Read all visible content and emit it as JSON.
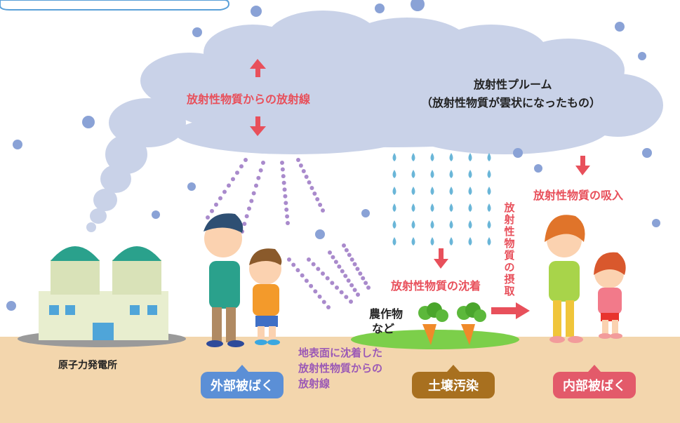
{
  "labels": {
    "radiation_from_material": "放射性物質からの放射線",
    "plume_title": "放射性プルーム",
    "plume_desc": "（放射性物質が雲状になったもの）",
    "deposition": "放射性物質の沈着",
    "inhalation": "放射性物質の吸入",
    "ingestion": "放射性物質の摂取",
    "crops": "農作物",
    "crops_etc": "など",
    "plant": "原子力発電所",
    "ground_radiation_1": "地表面に沈着した",
    "ground_radiation_2": "放射性物質からの",
    "ground_radiation_3": "放射線"
  },
  "badges": {
    "external": "外部被ばく",
    "soil": "土壌汚染",
    "internal": "内部被ばく"
  },
  "colors": {
    "red_label": "#e8505b",
    "purple_label": "#9b59b6",
    "external_badge": "#5b8fd6",
    "soil_badge": "#a8701f",
    "internal_badge": "#e35a6a",
    "cloud": "#c9d2e8",
    "ground": "#f3d6ad"
  }
}
